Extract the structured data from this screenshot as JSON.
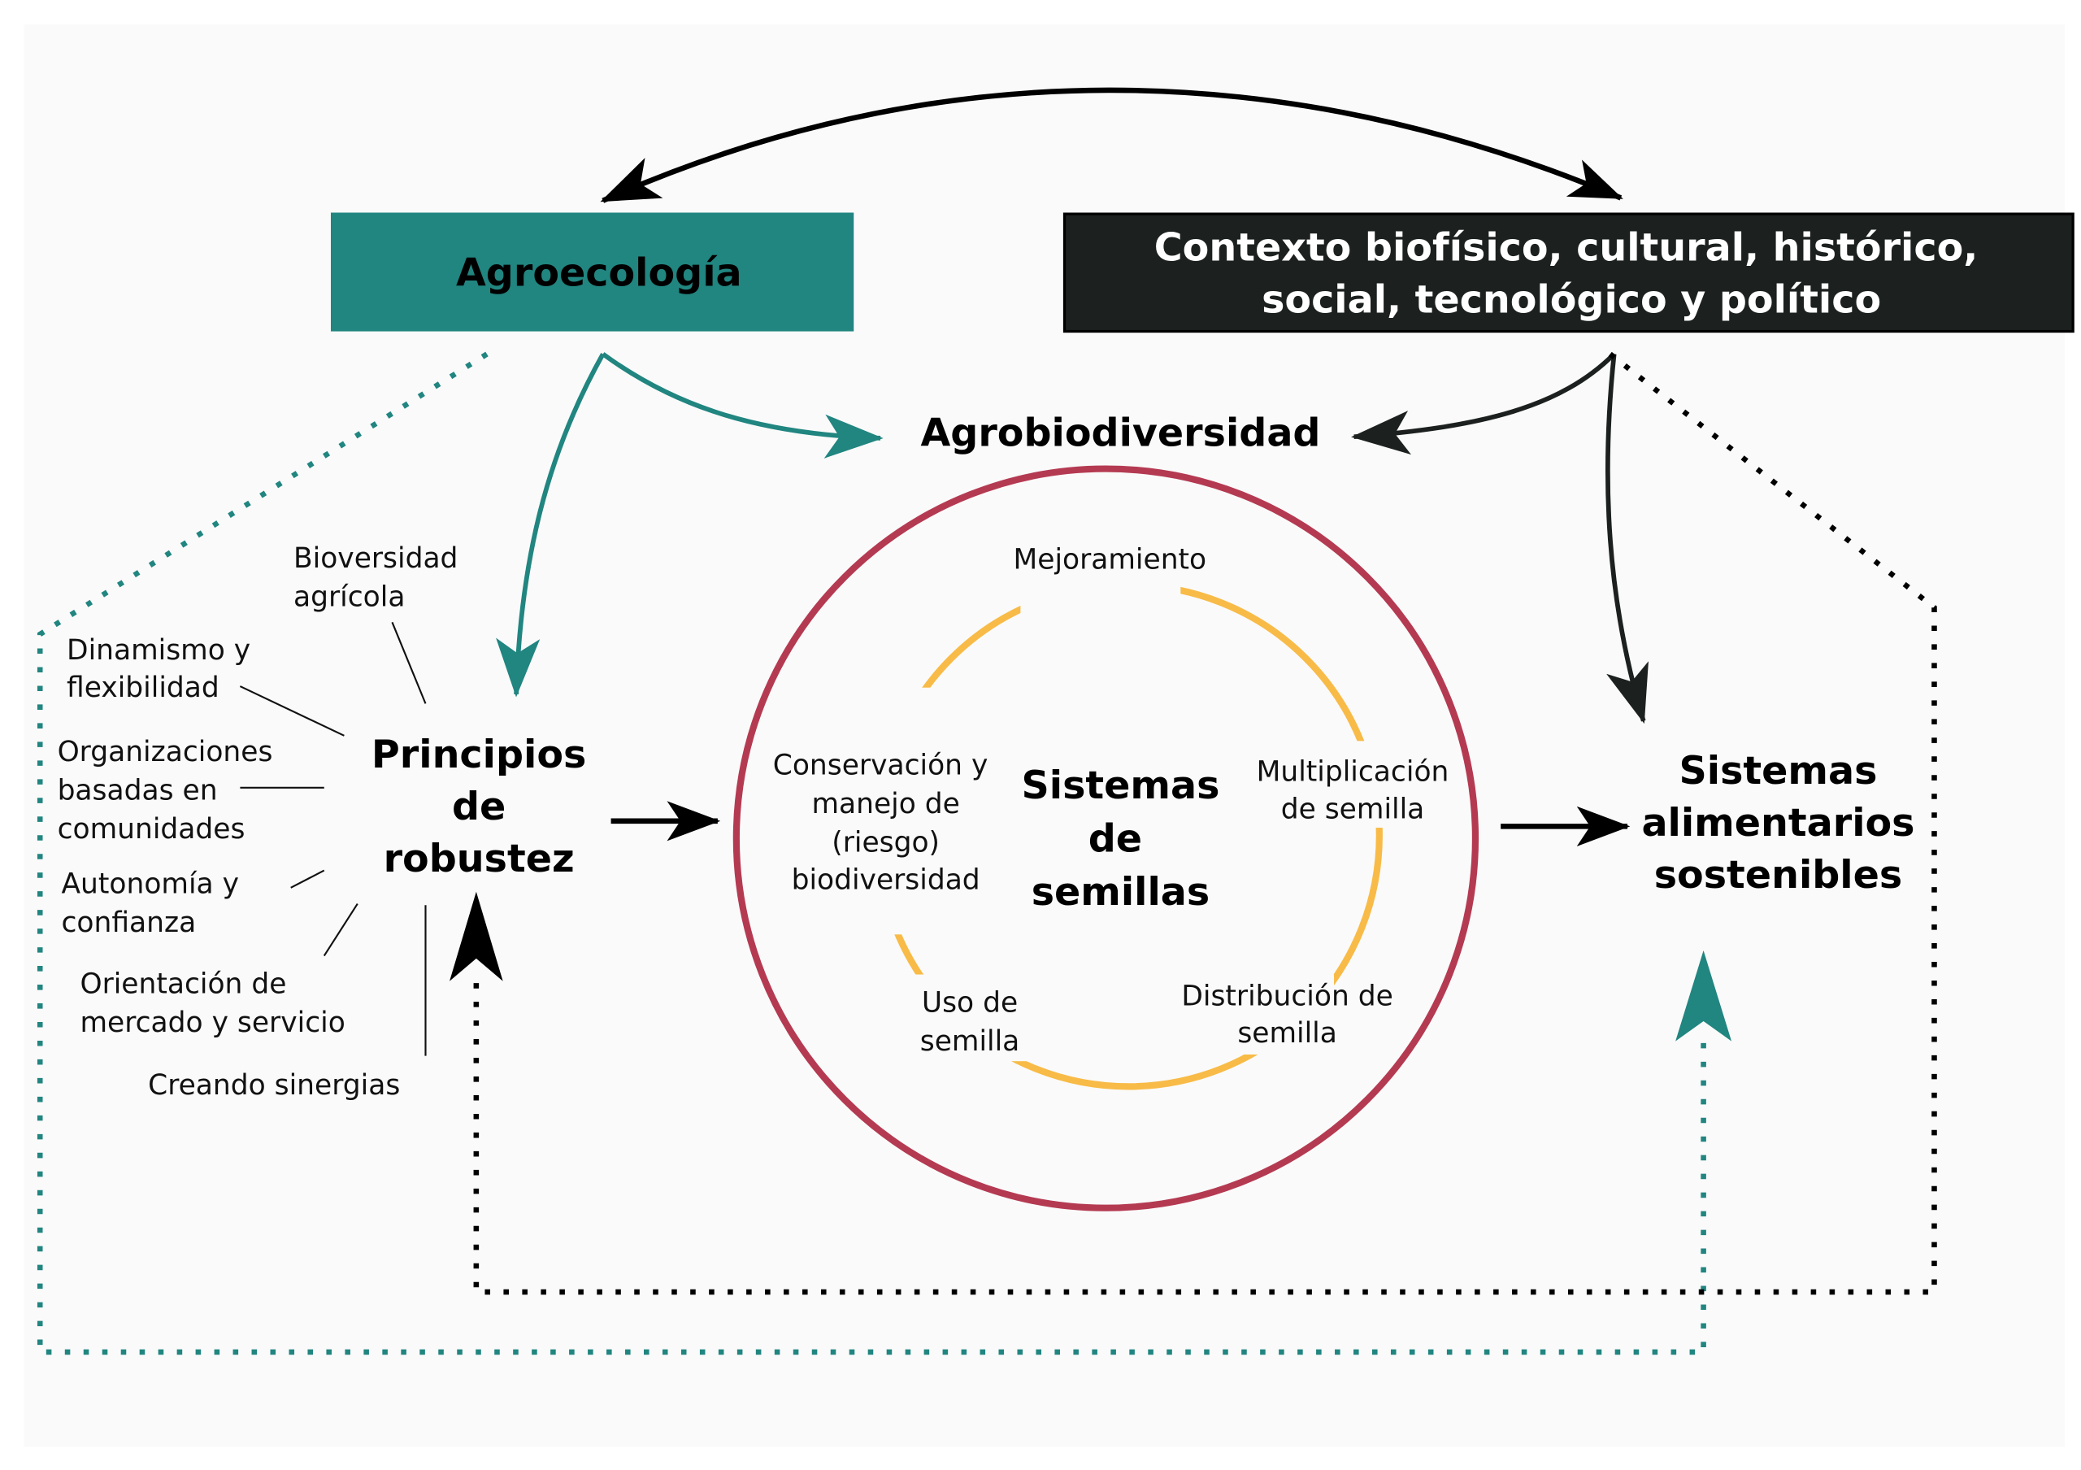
{
  "colors": {
    "teal": "#218580",
    "dark": "#1c2120",
    "crimson": "#b43a52",
    "gold": "#f8bb47",
    "background": "#fafafa"
  },
  "boxes": {
    "agroecologia": "Agroecología",
    "contexto_line1": "Contexto biofísico, cultural, histórico,",
    "contexto_line2": "social, tecnológico y político"
  },
  "nodes": {
    "agrobiodiversidad": "Agrobiodiversidad",
    "principios": [
      "Principios",
      "de",
      "robustez"
    ],
    "sistemas_semillas": [
      "Sistemas",
      "de",
      "semillas"
    ],
    "sistemas_alimentarios": [
      "Sistemas",
      "alimentarios",
      "sostenibles"
    ]
  },
  "principles": [
    [
      "Bioversidad",
      "agrícola"
    ],
    [
      "Dinamismo y",
      "flexibilidad"
    ],
    [
      "Organizaciones",
      "basadas en",
      "comunidades"
    ],
    [
      "Autonomía y",
      "confianza"
    ],
    [
      "Orientación de",
      "mercado y servicio"
    ],
    [
      "Creando sinergias"
    ]
  ],
  "seed_cycle": {
    "mejoramiento": [
      "Mejoramiento"
    ],
    "multiplicacion": [
      "Multiplicación",
      "de semilla"
    ],
    "distribucion": [
      "Distribución de",
      "semilla"
    ],
    "uso": [
      "Uso de",
      "semilla"
    ],
    "conservacion": [
      "Conservación y",
      "manejo de",
      "(riesgo)",
      "biodiversidad"
    ]
  }
}
